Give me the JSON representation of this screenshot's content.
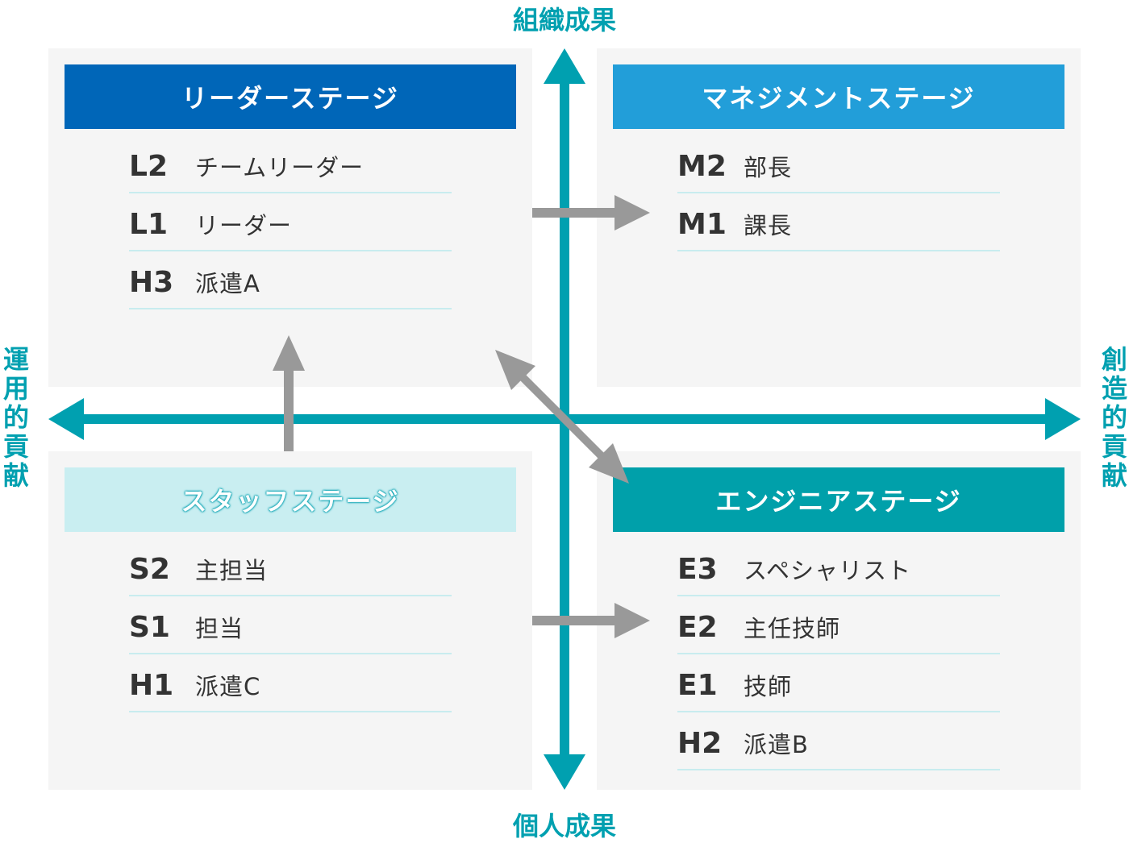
{
  "axes": {
    "top": "組織成果",
    "bottom": "個人成果",
    "left": [
      "運",
      "用",
      "的",
      "貢",
      "献"
    ],
    "right": [
      "創",
      "造",
      "的",
      "貢",
      "献"
    ]
  },
  "colors": {
    "axis": "#00a0b0",
    "flow_arrow": "#999999",
    "leader": "#0066b8",
    "management": "#229ed9",
    "staff": "#c9eef1",
    "engineer": "#00a0aa"
  },
  "stages": {
    "leader": {
      "title": "リーダーステージ",
      "rows": [
        {
          "code": "L2",
          "label": "チームリーダー"
        },
        {
          "code": "L1",
          "label": "リーダー"
        },
        {
          "code": "H3",
          "label": "派遣A"
        }
      ]
    },
    "management": {
      "title": "マネジメントステージ",
      "rows": [
        {
          "code": "M2",
          "label": "部長"
        },
        {
          "code": "M1",
          "label": "課長"
        }
      ]
    },
    "staff": {
      "title": "スタッフステージ",
      "rows": [
        {
          "code": "S2",
          "label": "主担当"
        },
        {
          "code": "S1",
          "label": "担当"
        },
        {
          "code": "H1",
          "label": "派遣C"
        }
      ]
    },
    "engineer": {
      "title": "エンジニアステージ",
      "rows": [
        {
          "code": "E3",
          "label": "スペシャリスト"
        },
        {
          "code": "E2",
          "label": "主任技師"
        },
        {
          "code": "E1",
          "label": "技師"
        },
        {
          "code": "H2",
          "label": "派遣B"
        }
      ]
    }
  }
}
